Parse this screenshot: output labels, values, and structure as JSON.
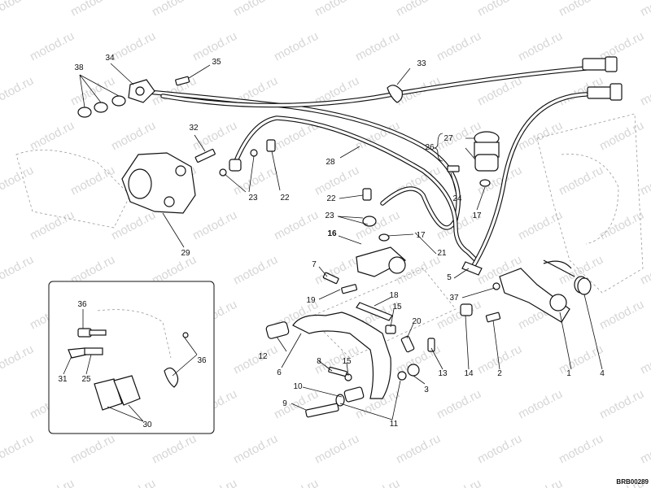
{
  "watermark": "motod.ru",
  "drawing_code": "BRB00289",
  "callouts": {
    "c1": "1",
    "c2": "2",
    "c3": "3",
    "c4": "4",
    "c5": "5",
    "c6": "6",
    "c7": "7",
    "c8": "8",
    "c9": "9",
    "c10": "10",
    "c11": "11",
    "c12": "12",
    "c13": "13",
    "c14": "14",
    "c15a": "15",
    "c15b": "15",
    "c16": "16",
    "c17a": "17",
    "c17b": "17",
    "c18": "18",
    "c19": "19",
    "c20": "20",
    "c21": "21",
    "c22a": "22",
    "c22b": "22",
    "c23a": "23",
    "c23b": "23",
    "c24": "24",
    "c25": "25",
    "c26": "26",
    "c27": "27",
    "c28": "28",
    "c29": "29",
    "c30": "30",
    "c31": "31",
    "c32": "32",
    "c33": "33",
    "c34": "34",
    "c35": "35",
    "c36a": "36",
    "c36b": "36",
    "c37": "37",
    "c38": "38"
  }
}
